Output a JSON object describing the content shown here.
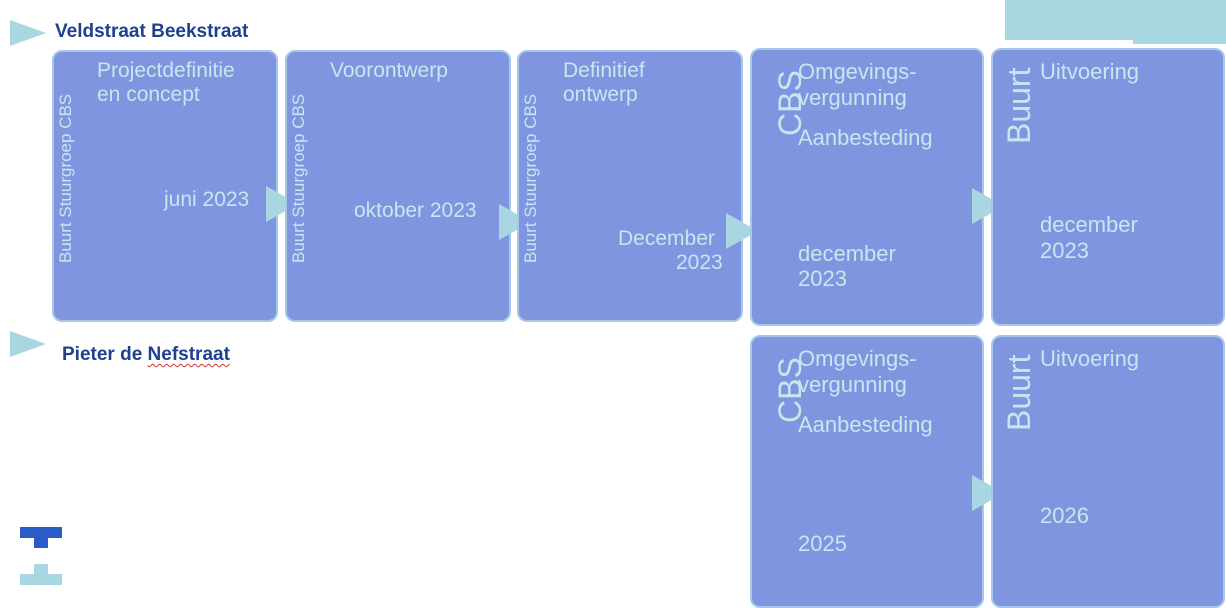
{
  "sections": [
    {
      "title": "Veldstraat Beekstraat",
      "steps": [
        {
          "side": "Buurt Stuurgroep CBS",
          "label": "Projectdefinitie en concept",
          "label_lines": [
            "Projectdefinitie",
            "en concept"
          ],
          "date": "juni 2023"
        },
        {
          "side": "Buurt Stuurgroep CBS",
          "label": "Voorontwerp",
          "label_lines": [
            "Voorontwerp"
          ],
          "date": "oktober 2023"
        },
        {
          "side": "Buurt Stuurgroep CBS",
          "label": "Definitief ontwerp",
          "label_lines": [
            "Definitief",
            "ontwerp"
          ],
          "date": "December 2023",
          "date_lines": [
            "December",
            "2023"
          ]
        },
        {
          "side": "CBS",
          "label": "Omgevings-vergunning Aanbesteding",
          "label_lines": [
            "Omgevings-",
            "vergunning"
          ],
          "label2": "Aanbesteding",
          "date": "december 2023",
          "date_lines": [
            "december",
            "2023"
          ]
        },
        {
          "side": "Buurt",
          "label": "Uitvoering",
          "label_lines": [
            "Uitvoering"
          ],
          "date": "december 2023",
          "date_lines": [
            "december",
            "2023"
          ]
        }
      ]
    },
    {
      "title": "Pieter de Nefstraat",
      "title_parts": [
        "Pieter de ",
        "Nefstraat"
      ],
      "steps": [
        {
          "side": "CBS",
          "label": "Omgevings-vergunning Aanbesteding",
          "label_lines": [
            "Omgevings-",
            "vergunning"
          ],
          "label2": "Aanbesteding",
          "date": "2025"
        },
        {
          "side": "Buurt",
          "label": "Uitvoering",
          "label_lines": [
            "Uitvoering"
          ],
          "date": "2026"
        }
      ]
    }
  ],
  "colors": {
    "box_fill": "#7f95e0",
    "box_border": "#a6c7e6",
    "text": "#c8e6ee",
    "arrow": "#a9d7e1",
    "title": "#1f3f8f",
    "logo_top": "#2b5cc5",
    "logo_bottom": "#a9d7e1"
  }
}
